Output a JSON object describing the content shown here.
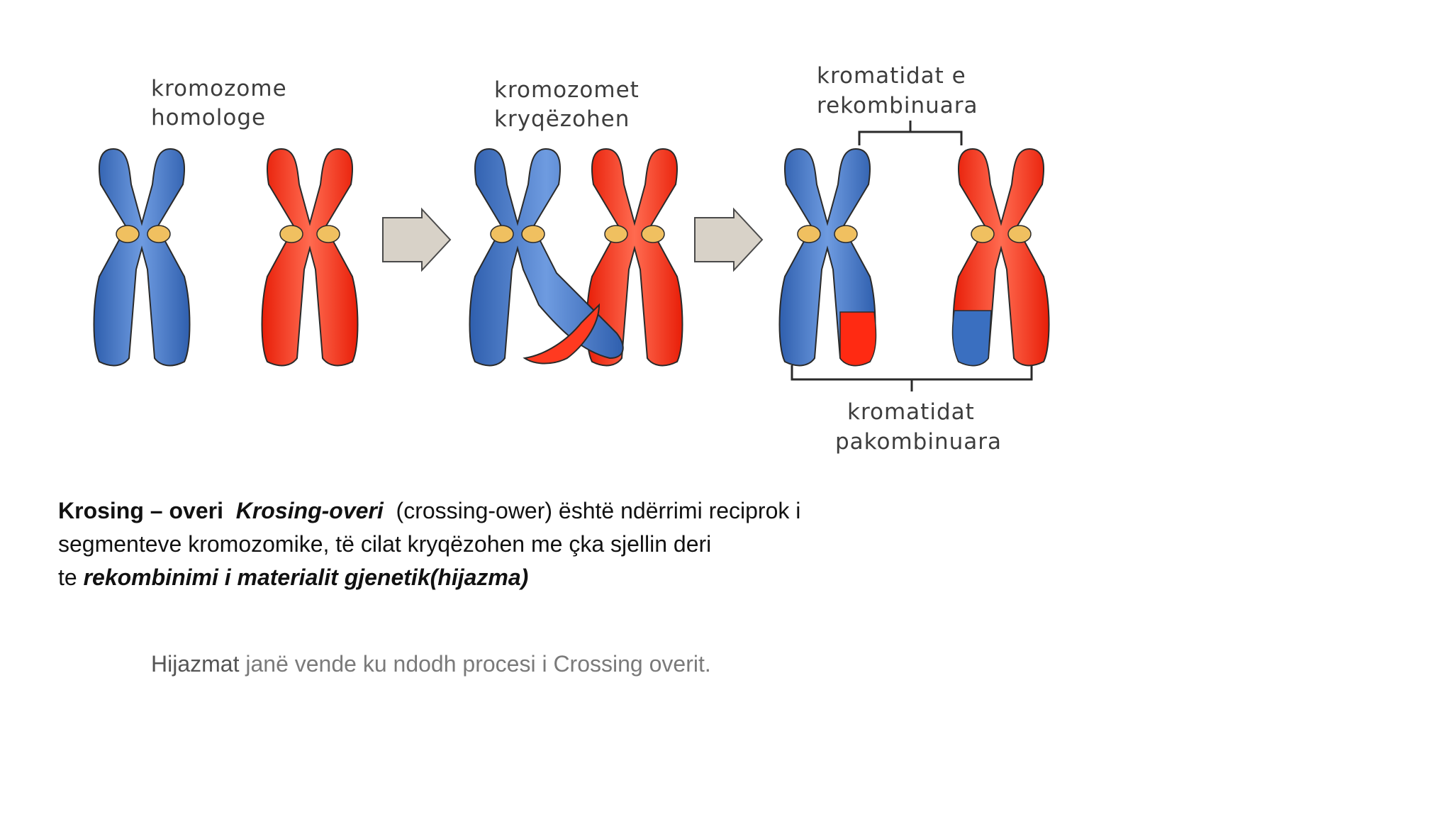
{
  "diagram": {
    "labels": {
      "homologous": [
        "kromozome",
        "homologe"
      ],
      "crossing": [
        "kromozomet",
        "kryqëzohen"
      ],
      "recombined": [
        "kromatidat e",
        "rekombinuara"
      ],
      "non_recombined": [
        "kromatidat",
        "pakombinuara"
      ]
    },
    "colors": {
      "blue": "#3a6fc0",
      "blue_light": "#6e9be0",
      "red": "#ff2a12",
      "red_light": "#ff6b50",
      "centromere": "#f0c060",
      "arrow": "#d8d2c8",
      "outline": "#2a2a2a"
    }
  },
  "text": {
    "title_bold": "Krosing – overi",
    "title_bold_italic": "Krosing-overi",
    "line1_rest": "(crossing-ower) është ndërrimi reciprok i",
    "line2": "segmenteve kromozomike, të cilat kryqëzohen me çka sjellin deri",
    "line3_prefix": "te",
    "line3_bold_italic": "rekombinimi i materialit gjenetik(hijazma)",
    "note_strong": "Hijazmat",
    "note_rest": "janë vende ku ndodh procesi i Crossing overit."
  }
}
